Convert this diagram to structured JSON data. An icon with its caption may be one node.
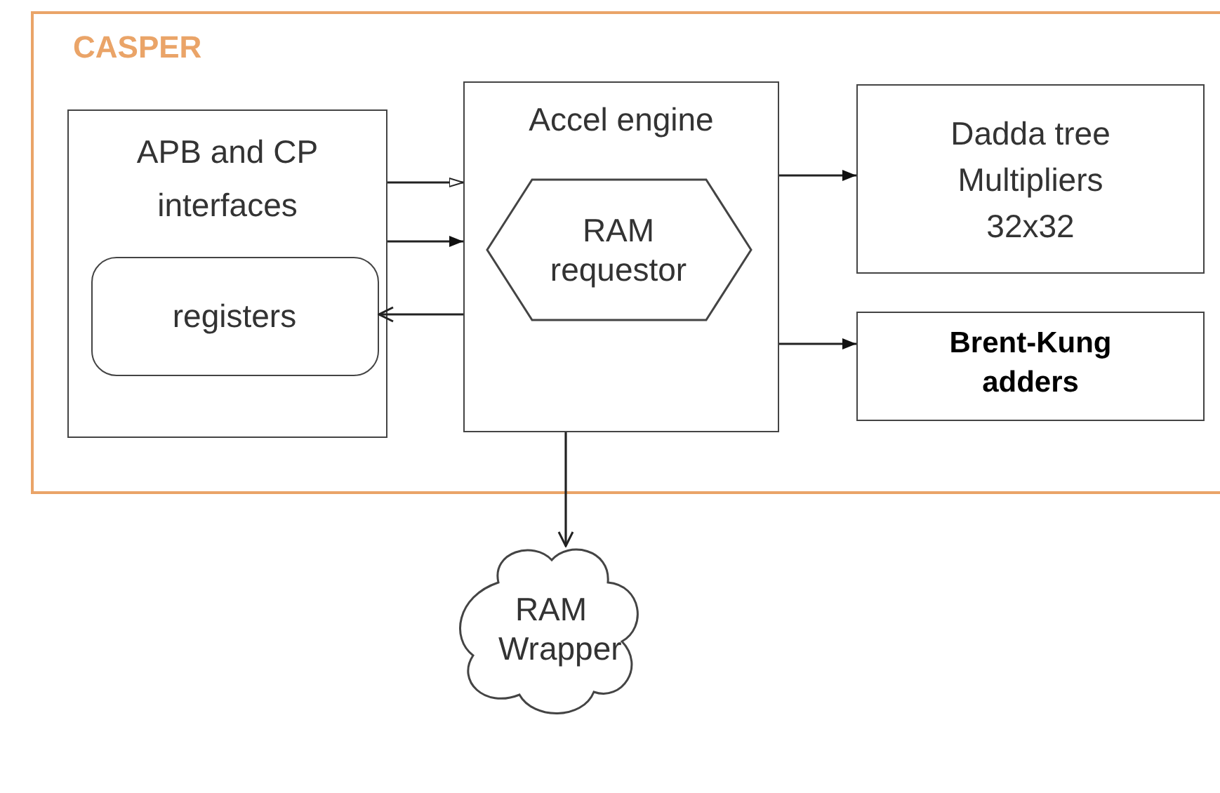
{
  "diagram": {
    "nodes": [
      {
        "text": [
          "CASPER"
        ]
      },
      {
        "text": [
          "APB and CP interfaces"
        ],
        "in": 0
      },
      {
        "text": [
          "registers"
        ],
        "in": 1
      },
      {
        "text": [
          "Accel engine"
        ],
        "in": 0
      },
      {
        "text": [
          "RAM requestor"
        ],
        "in": 3
      },
      {
        "text": [
          "Dadda tree Multipliers 32x32"
        ],
        "in": 0
      },
      {
        "text": [
          "Brent-Kung adders"
        ],
        "in": 0
      },
      {
        "text": [
          "RAM Wrapper"
        ]
      }
    ],
    "edges": [
      {
        "from": 1,
        "to": 3,
        "arrow": "to"
      },
      {
        "from": 1,
        "to": 3,
        "arrow": "to"
      },
      {
        "from": 3,
        "to": 2,
        "arrow": "to"
      },
      {
        "from": 3,
        "to": 5,
        "arrow": "to"
      },
      {
        "from": 3,
        "to": 6,
        "arrow": "to"
      },
      {
        "from": 3,
        "to": 7,
        "arrow": "to"
      }
    ]
  }
}
